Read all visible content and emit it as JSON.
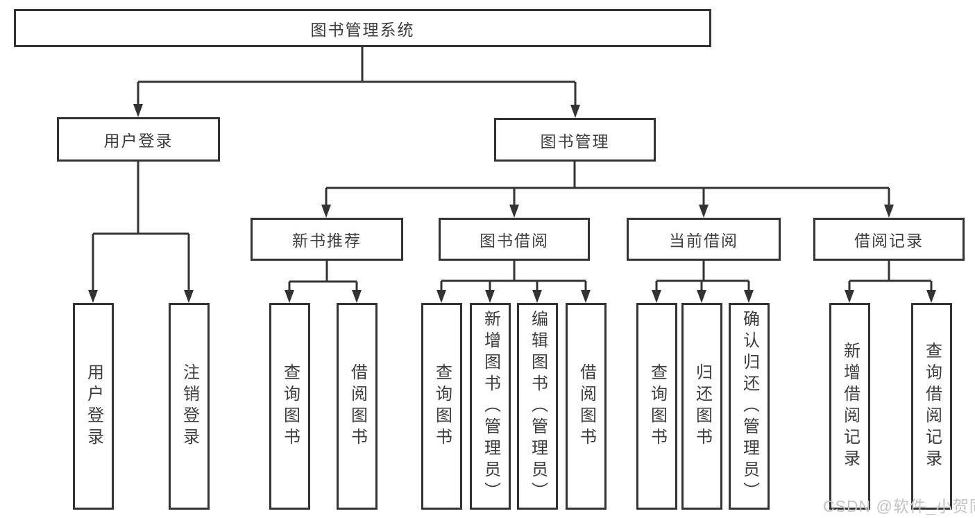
{
  "diagram": {
    "root": {
      "label": "图书管理系统"
    },
    "level2": {
      "user_login": {
        "label": "用户登录"
      },
      "book_management": {
        "label": "图书管理"
      }
    },
    "level3": {
      "new_book_recommend": {
        "label": "新书推荐"
      },
      "book_borrow": {
        "label": "图书借阅"
      },
      "current_borrow": {
        "label": "当前借阅"
      },
      "borrow_records": {
        "label": "借阅记录"
      }
    },
    "leaves": {
      "user_login_children": [
        {
          "label": "用户登录"
        },
        {
          "label": "注销登录"
        }
      ],
      "new_book_children": [
        {
          "label": "查询图书"
        },
        {
          "label": "借阅图书"
        }
      ],
      "book_borrow_children": [
        {
          "label": "查询图书"
        },
        {
          "label": "新增图书（管理员）"
        },
        {
          "label": "编辑图书（管理员）"
        },
        {
          "label": "借阅图书"
        }
      ],
      "current_borrow_children": [
        {
          "label": "查询图书"
        },
        {
          "label": "归还图书"
        },
        {
          "label": "确认归还（管理员）"
        }
      ],
      "borrow_records_children": [
        {
          "label": "新增借阅记录"
        },
        {
          "label": "查询借阅记录"
        }
      ]
    }
  },
  "watermark": {
    "text": "CSDN @软件_小贺同学"
  },
  "colors": {
    "line": "#333333",
    "box_border": "#333333",
    "text": "#3d3d3d",
    "background": "#ffffff",
    "watermark": "#c3c3c3"
  }
}
